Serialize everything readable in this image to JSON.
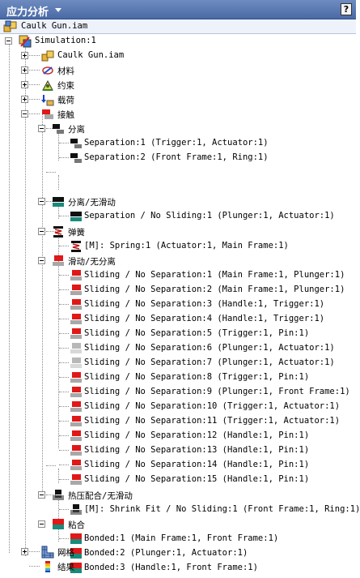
{
  "panel": {
    "title": "应力分析",
    "help_label": "?"
  },
  "assembly": {
    "name": "Caulk Gun.iam"
  },
  "tree": {
    "root": "Simulation:1",
    "assembly_node": "Caulk Gun.iam",
    "materials": "材料",
    "constraints": "约束",
    "loads": "载荷",
    "contacts": "接触",
    "separation_group": "分离",
    "separation_items": [
      "Separation:1 (Trigger:1, Actuator:1)",
      "Separation:2 (Front Frame:1, Ring:1)"
    ],
    "sep_nosliding_group": "分离/无滑动",
    "sep_nosliding_items": [
      "Separation / No Sliding:1 (Plunger:1, Actuator:1)"
    ],
    "spring_group": "弹簧",
    "spring_items": [
      "[M]: Spring:1 (Actuator:1, Main Frame:1)"
    ],
    "sliding_group": "滑动/无分离",
    "sliding_items": [
      "Sliding / No Separation:1 (Main Frame:1, Plunger:1)",
      "Sliding / No Separation:2 (Main Frame:1, Plunger:1)",
      "Sliding / No Separation:3 (Handle:1, Trigger:1)",
      "Sliding / No Separation:4 (Handle:1, Trigger:1)",
      "Sliding / No Separation:5 (Trigger:1, Pin:1)",
      "Sliding / No Separation:6 (Plunger:1, Actuator:1)",
      "Sliding / No Separation:7 (Plunger:1, Actuator:1)",
      "Sliding / No Separation:8 (Trigger:1, Pin:1)",
      "Sliding / No Separation:9 (Plunger:1, Front Frame:1)",
      "Sliding / No Separation:10 (Trigger:1, Actuator:1)",
      "Sliding / No Separation:11 (Trigger:1, Actuator:1)",
      "Sliding / No Separation:12 (Handle:1, Pin:1)",
      "Sliding / No Separation:13 (Handle:1, Pin:1)",
      "Sliding / No Separation:14 (Handle:1, Pin:1)",
      "Sliding / No Separation:15 (Handle:1, Pin:1)"
    ],
    "shrinkfit_group": "热压配合/无滑动",
    "shrinkfit_items": [
      "[M]: Shrink Fit / No Sliding:1 (Front Frame:1, Ring:1)"
    ],
    "bonded_group": "粘合",
    "bonded_items": [
      "Bonded:1 (Main Frame:1, Front Frame:1)",
      "Bonded:2 (Plunger:1, Actuator:1)",
      "Bonded:3 (Handle:1, Front Frame:1)"
    ],
    "mesh": "网格",
    "results": "结果"
  },
  "colors": {
    "title_bar": "#4a6aa6",
    "contact_red": "#e01818",
    "bonded_teal": "#1a8a7a",
    "separation_black": "#111111"
  },
  "icons": {
    "assembly": "assembly-icon",
    "simulation": "simulation-icon",
    "material": "material-icon",
    "constraint": "constraint-icon",
    "load": "load-icon",
    "contact": "contact-icon",
    "separation": "separation-contact-icon",
    "sep_nosliding": "separation-no-sliding-icon",
    "spring": "spring-icon",
    "sliding": "sliding-contact-icon",
    "shrinkfit": "shrink-fit-icon",
    "bonded": "bonded-contact-icon",
    "mesh": "mesh-icon",
    "results": "results-icon"
  }
}
